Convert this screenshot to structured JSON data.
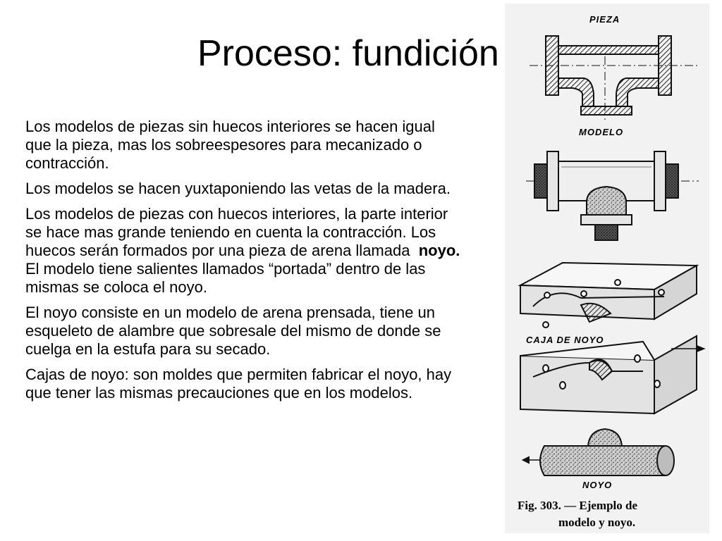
{
  "title": "Proceso: fundición",
  "paragraphs": [
    "Los modelos de piezas sin huecos interiores se hacen igual que la pieza, mas los sobreespesores para mecanizado o contracción.",
    "Los modelos se hacen yuxtaponiendo las vetas de la madera.",
    "Los modelos de piezas con huecos interiores, la parte interior se hace mas grande teniendo en cuenta la contracción. Los huecos serán formados por una pieza de arena llamada",
    "noyo.",
    "El modelo tiene salientes llamados “portada” dentro de las mismas se coloca el noyo.",
    "El noyo consiste en un modelo de arena prensada, tiene un esqueleto de alambre que sobresale del mismo de donde se cuelga en la estufa para su secado.",
    "Cajas de noyo: son moldes que permiten fabricar el noyo, hay que tener las mismas precauciones que en los modelos."
  ],
  "figure": {
    "labels": {
      "pieza": "PIEZA",
      "modelo": "MODELO",
      "caja": "CAJA  DE NOYO",
      "noyo": "NOYO"
    },
    "caption_line1": "Fig.  303.  — Ejemplo de",
    "caption_line2": "modelo y noyo."
  }
}
